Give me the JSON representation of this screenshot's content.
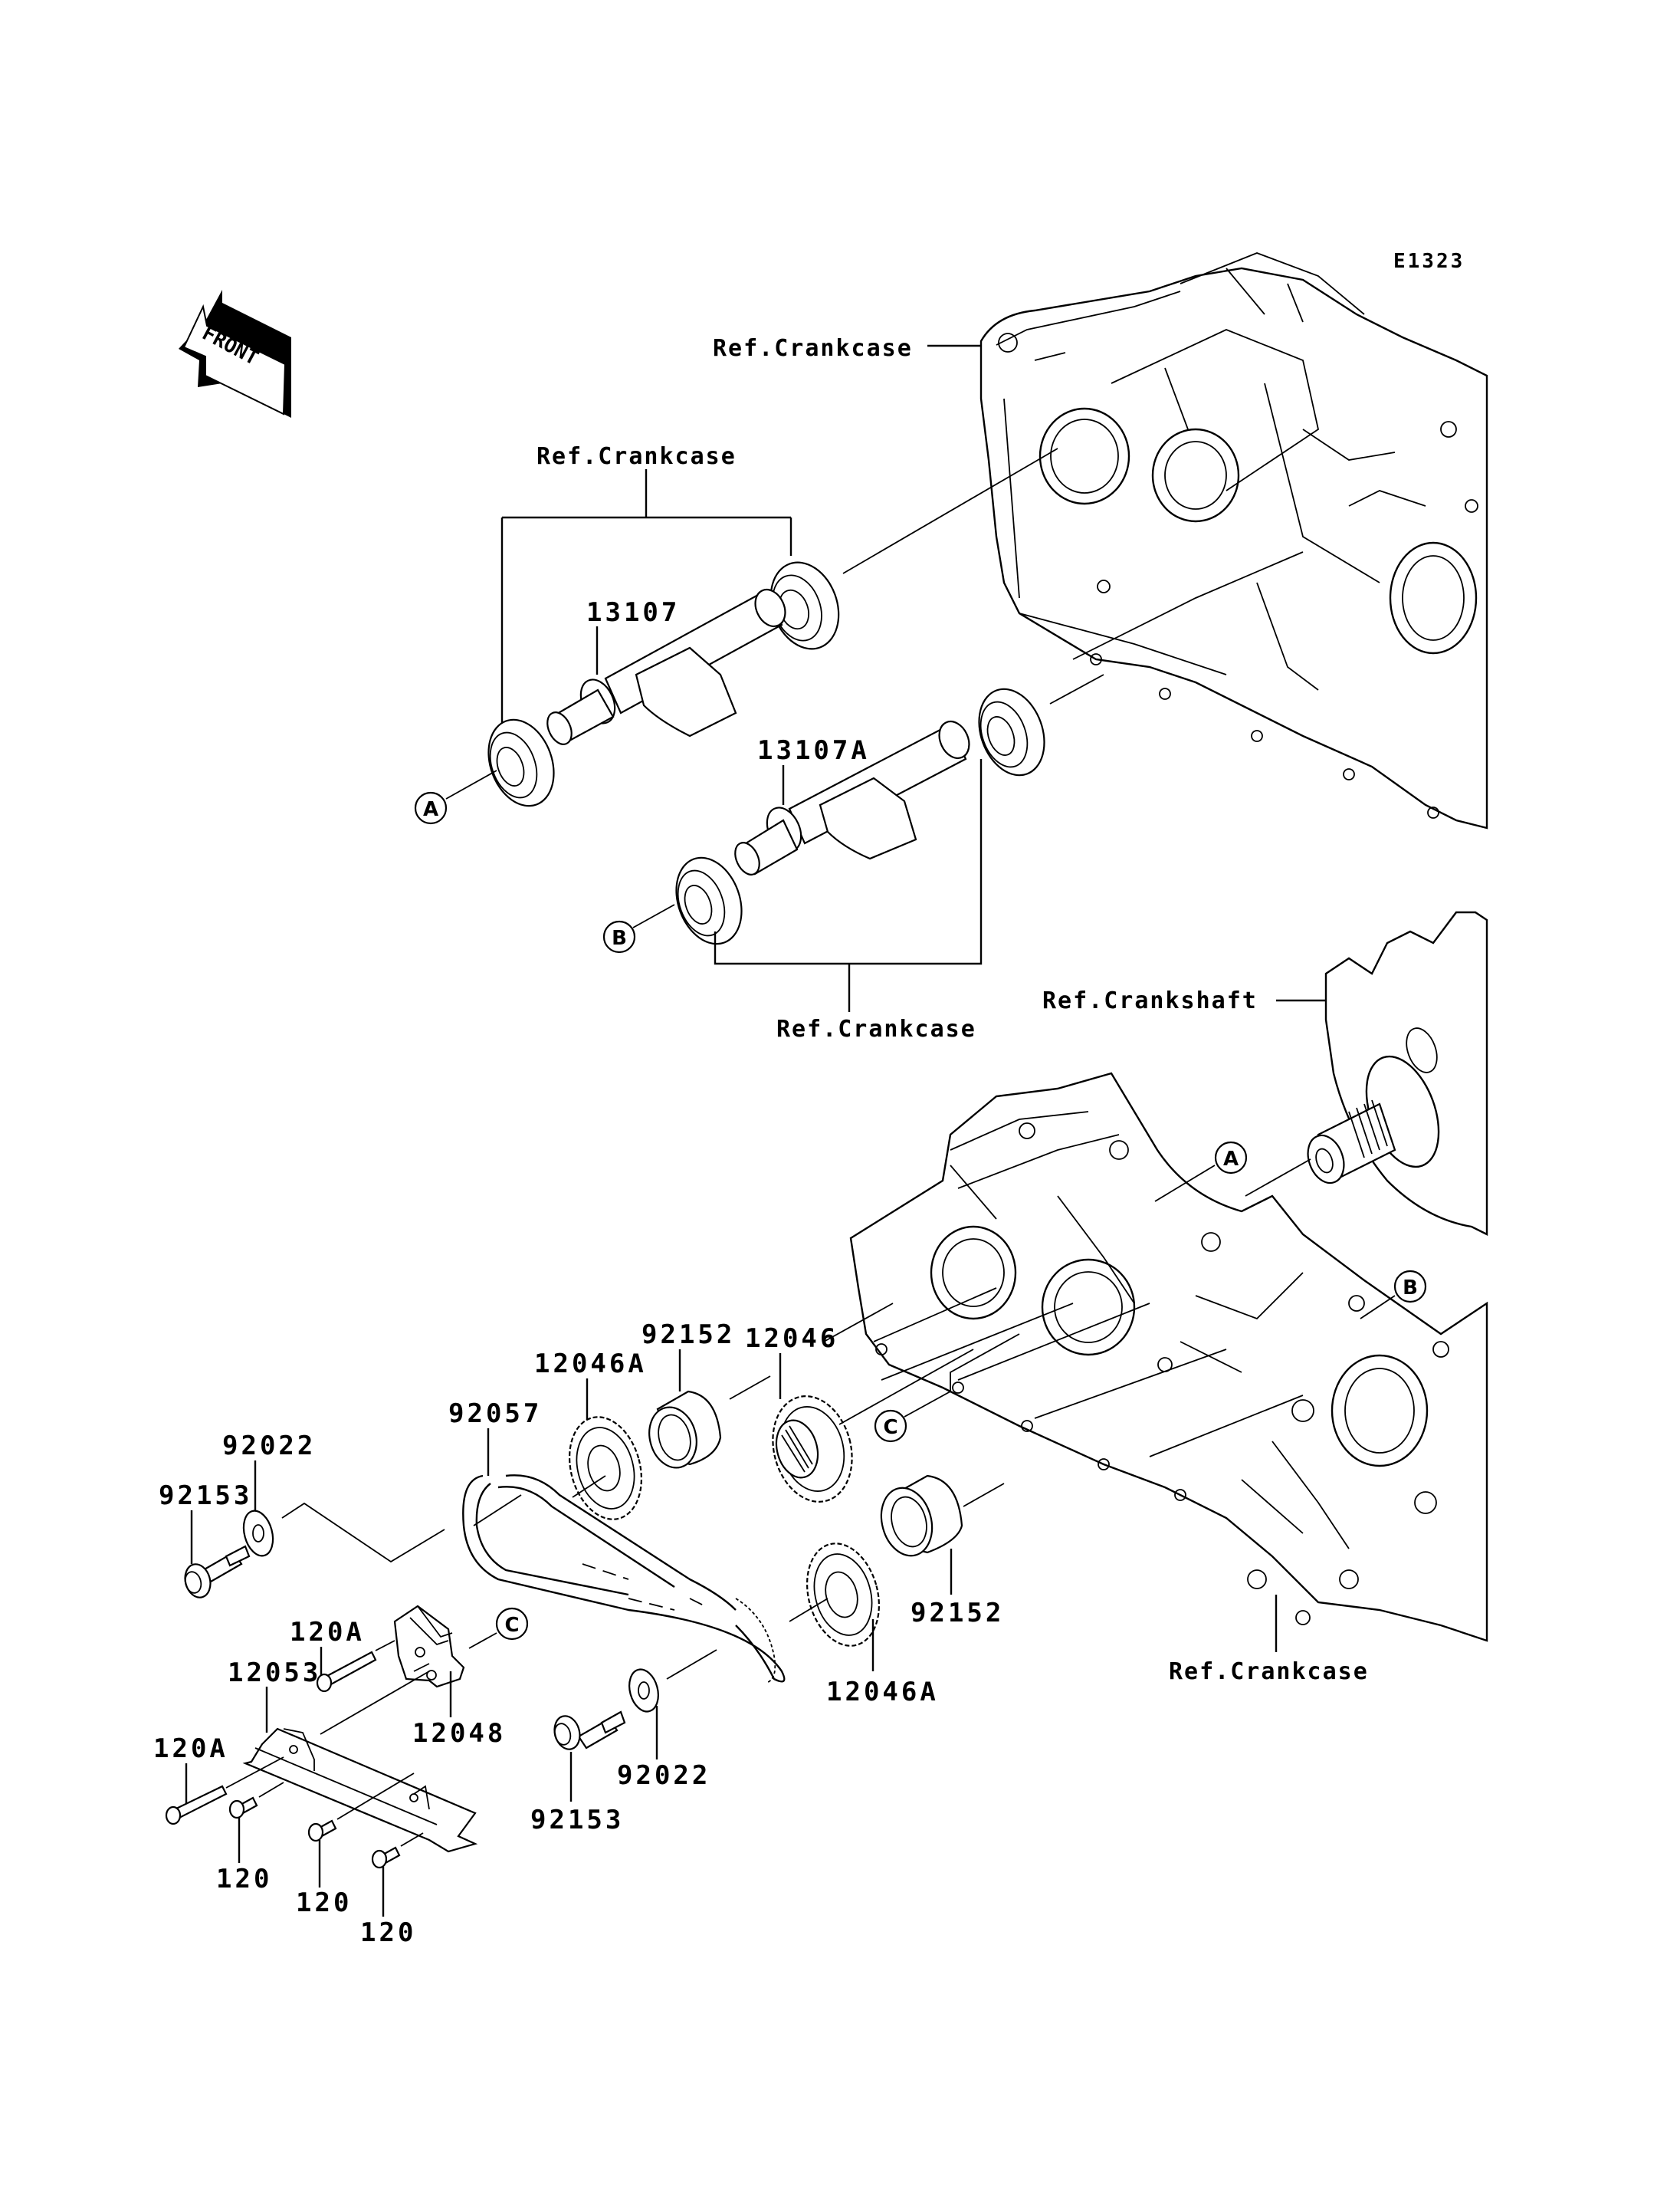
{
  "diagram": {
    "code": "E1323",
    "front_label": "FRONT",
    "refs": {
      "crankcase_top_right": "Ref.Crankcase",
      "crankcase_upper_bracket": "Ref.Crankcase",
      "crankcase_lower_bracket": "Ref.Crankcase",
      "crankshaft": "Ref.Crankshaft",
      "crankcase_bottom": "Ref.Crankcase"
    },
    "callouts": {
      "a_left": "A",
      "b_left": "B",
      "a_right": "A",
      "b_right": "B",
      "c_middle": "C",
      "c_left": "C"
    },
    "parts": {
      "balancer_shaft_1": "13107",
      "balancer_shaft_2": "13107A",
      "sprocket_1": "12046",
      "sprocket_2_upper": "12046A",
      "sprocket_2_lower": "12046A",
      "collar_upper": "92152",
      "collar_lower": "92152",
      "chain": "92057",
      "washer_upper": "92022",
      "washer_lower": "92022",
      "bolt_upper": "92153",
      "bolt_lower": "92153",
      "tensioner": "12048",
      "guide": "12053",
      "bolt_120a_upper": "120A",
      "bolt_120a_lower": "120A",
      "bolt_120_1": "120",
      "bolt_120_2": "120",
      "bolt_120_3": "120"
    }
  }
}
